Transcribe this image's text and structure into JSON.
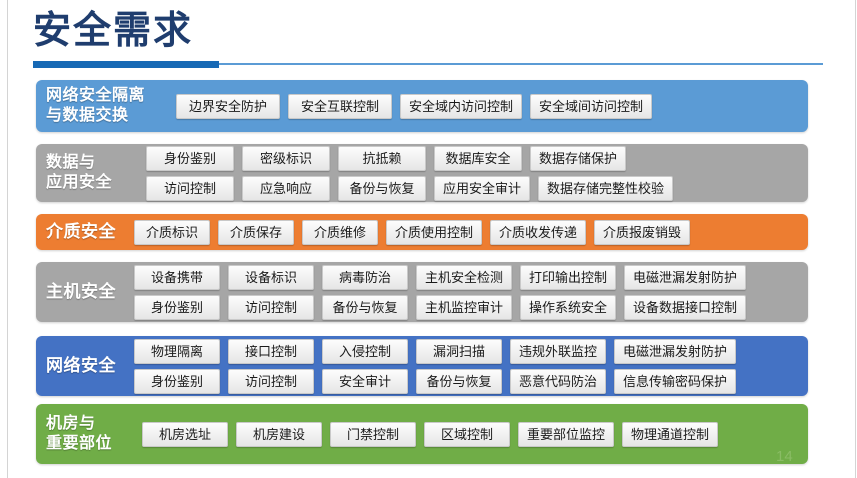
{
  "slide": {
    "title": "安全需求",
    "page_number": "14",
    "accent_colors": {
      "title_text": "#1f3d6e",
      "rule_thick": "#1769b5",
      "rule_thin": "#5b9bd5",
      "band_blue_light": "#5b9bd5",
      "band_gray": "#a6a6a6",
      "band_orange": "#ed7d31",
      "band_blue_dark": "#4472c4",
      "band_green": "#70ad47",
      "chip_fill": "#f0f0f0"
    }
  },
  "bands": [
    {
      "id": "band-1",
      "color_class": "c-blue-light",
      "title": "网络安全隔离\n与数据交换",
      "rows": [
        [
          "边界安全防护",
          "安全互联控制",
          "安全域内访问控制",
          "安全域间访问控制"
        ]
      ]
    },
    {
      "id": "band-2",
      "color_class": "c-gray",
      "title": "数据与\n应用安全",
      "rows": [
        [
          "身份鉴别",
          "密级标识",
          "抗抵赖",
          "数据库安全",
          "数据存储保护"
        ],
        [
          "访问控制",
          "应急响应",
          "备份与恢复",
          "应用安全审计",
          "数据存储完整性校验"
        ]
      ]
    },
    {
      "id": "band-3",
      "color_class": "c-orange",
      "title": "介质安全",
      "rows": [
        [
          "介质标识",
          "介质保存",
          "介质维修",
          "介质使用控制",
          "介质收发传递",
          "介质报废销毁"
        ]
      ]
    },
    {
      "id": "band-4",
      "color_class": "c-gray",
      "title": "主机安全",
      "rows": [
        [
          "设备携带",
          "设备标识",
          "病毒防治",
          "主机安全检测",
          "打印输出控制",
          "电磁泄漏发射防护"
        ],
        [
          "身份鉴别",
          "访问控制",
          "备份与恢复",
          "主机监控审计",
          "操作系统安全",
          "设备数据接口控制"
        ]
      ]
    },
    {
      "id": "band-5",
      "color_class": "c-blue-dark",
      "title": "网络安全",
      "rows": [
        [
          "物理隔离",
          "接口控制",
          "入侵控制",
          "漏洞扫描",
          "违规外联监控",
          "电磁泄漏发射防护"
        ],
        [
          "身份鉴别",
          "访问控制",
          "安全审计",
          "备份与恢复",
          "恶意代码防治",
          "信息传输密码保护"
        ]
      ]
    },
    {
      "id": "band-6",
      "color_class": "c-green",
      "title": "机房与\n重要部位",
      "rows": [
        [
          "机房选址",
          "机房建设",
          "门禁控制",
          "区域控制",
          "重要部位监控",
          "物理通道控制"
        ]
      ]
    }
  ]
}
